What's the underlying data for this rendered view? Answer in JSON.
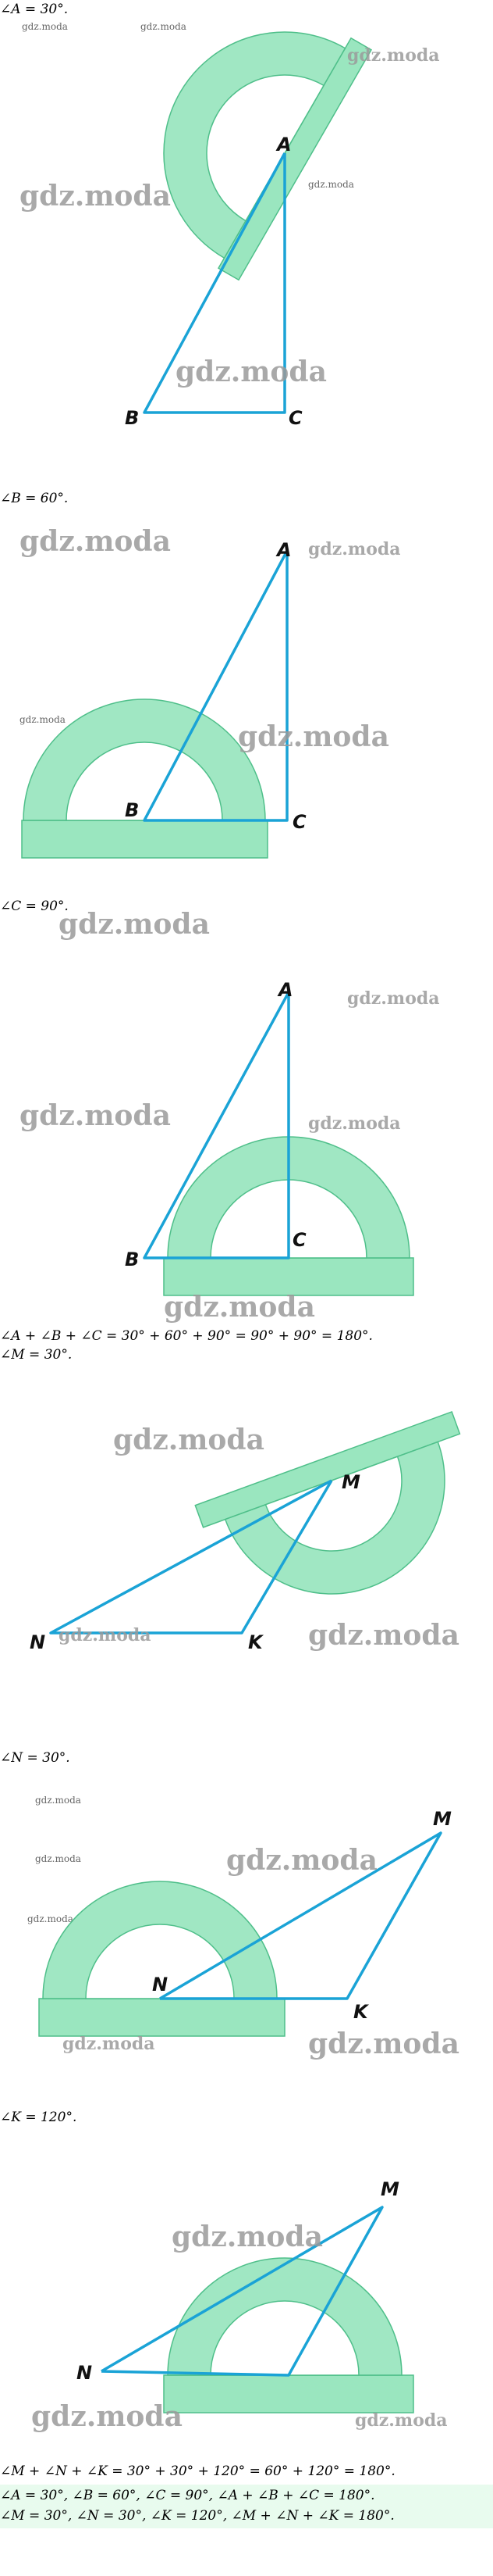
{
  "sections": {
    "angle_a": "∠A = 30°.",
    "angle_b": "∠B = 60°.",
    "angle_c": "∠C = 90°.",
    "sum_abc": "∠A + ∠B + ∠C = 30° + 60° + 90° = 90° + 90° = 180°.",
    "angle_m": "∠M = 30°.",
    "angle_n": "∠N = 30°.",
    "angle_k": "∠K = 120°.",
    "sum_mnk": "∠M + ∠N + ∠K = 30° + 30° + 120° = 60° + 120° = 180°.",
    "answer_1": "∠A = 30°, ∠B = 60°, ∠C = 90°, ∠A + ∠B + ∠C = 180°.",
    "answer_2": "∠M = 30°, ∠N = 30°, ∠K = 120°, ∠M + ∠N + ∠K = 180°."
  },
  "vertices": {
    "a": "A",
    "b": "B",
    "c": "C",
    "m": "M",
    "n": "N",
    "k": "K"
  },
  "watermark": "gdz.moda",
  "colors": {
    "triangle": "#1aa3d6",
    "protractor": "#8fe3b8",
    "answer_bg": "#e8fbee"
  }
}
